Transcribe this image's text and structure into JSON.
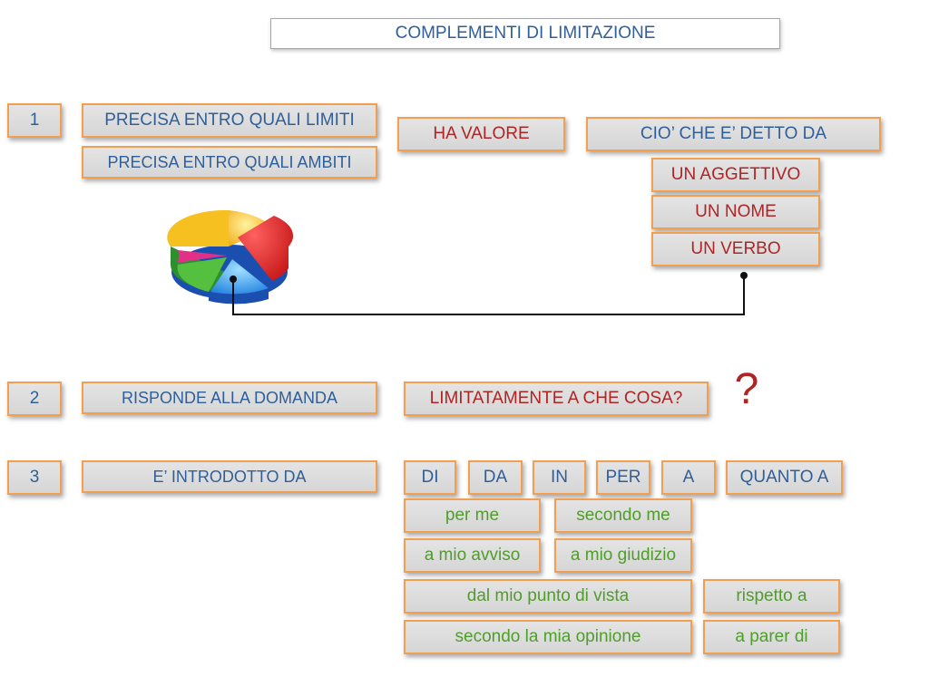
{
  "title": "COMPLEMENTI DI LIMITAZIONE",
  "row1": {
    "number": "1",
    "definitions": [
      "PRECISA ENTRO QUALI LIMITI",
      "PRECISA ENTRO QUALI AMBITI"
    ],
    "value_label": "HA VALORE",
    "target_label": "CIO’ CHE E’ DETTO DA",
    "targets": [
      "UN AGGETTIVO",
      "UN NOME",
      "UN VERBO"
    ]
  },
  "row2": {
    "number": "2",
    "label": "RISPONDE ALLA DOMANDA",
    "question": "LIMITATAMENTE A CHE COSA?",
    "question_mark": "?"
  },
  "row3": {
    "number": "3",
    "label": "E’ INTRODOTTO DA",
    "prepositions": [
      "DI",
      "DA",
      "IN",
      "PER",
      "A",
      "QUANTO A"
    ],
    "expressions": [
      "per me",
      "secondo me",
      "a mio avviso",
      "a mio giudizio",
      "dal mio punto di vista",
      "rispetto a",
      "secondo la mia opinione",
      "a parer di"
    ]
  },
  "colors": {
    "box_border": "#f0a050",
    "box_fill": "#dcdcdc",
    "blue_text": "#2f5f9a",
    "red_text": "#b02424",
    "green_text": "#4f9d2a"
  },
  "icons": [
    "pie-chart-icon"
  ]
}
